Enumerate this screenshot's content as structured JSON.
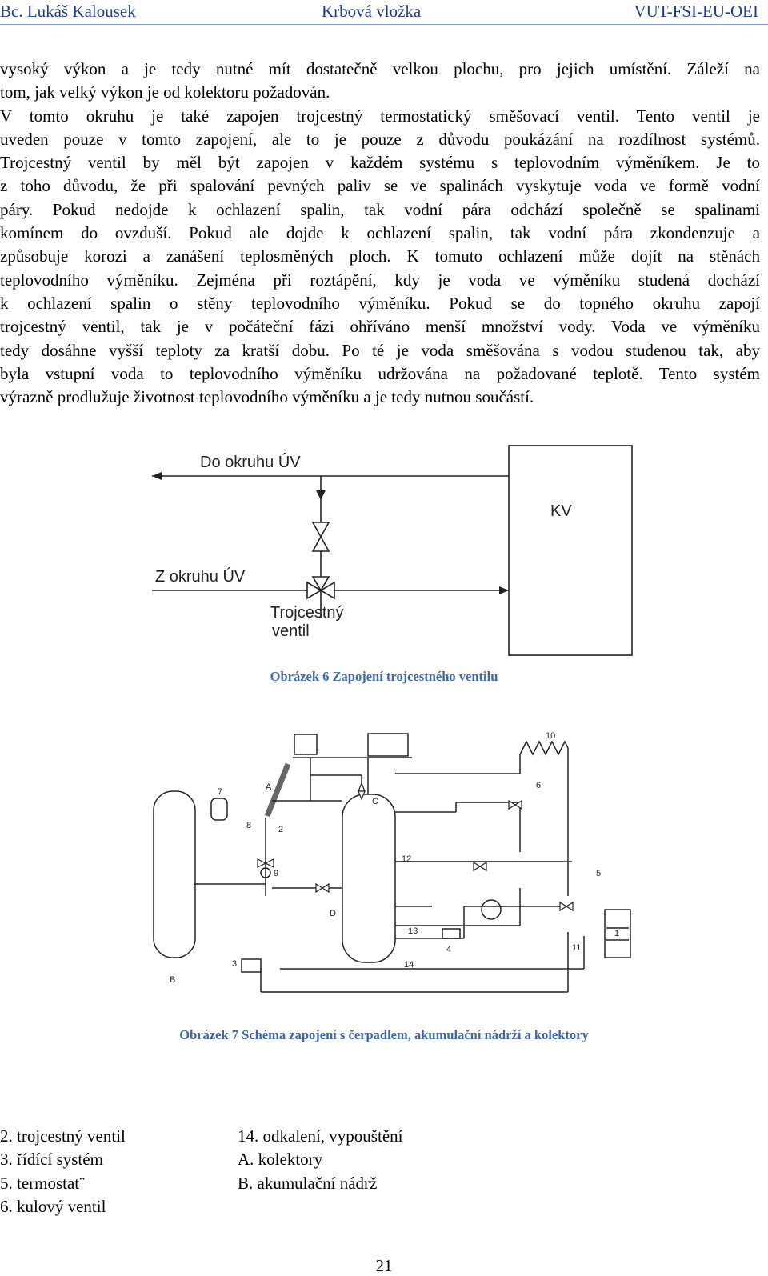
{
  "header": {
    "author": "Bc. Lukáš Kalousek",
    "title": "Krbová vložka",
    "school": "VUT-FSI-EU-OEI"
  },
  "body_lines": [
    "vysoký výkon a je tedy nutné mít dostatečně velkou plochu, pro jejich umístění. Záleží na",
    "tom, jak velký výkon je od kolektoru požadován.",
    "V tomto okruhu je také zapojen trojcestný termostatický směšovací ventil. Tento ventil je",
    "uveden pouze v tomto zapojení, ale to je pouze z důvodu poukázání na rozdílnost systémů.",
    "Trojcestný ventil by měl být zapojen v každém systému s teplovodním výměníkem. Je to",
    "z toho důvodu, že při spalování pevných paliv se ve spalinách vyskytuje voda ve formě vodní",
    "páry. Pokud nedojde k ochlazení spalin, tak vodní pára odchází společně se spalinami",
    "komínem do ovzduší. Pokud ale dojde k ochlazení spalin, tak vodní pára zkondenzuje a",
    "způsobuje korozi a zanášení teplosměných ploch. K tomuto ochlazení může dojít na stěnách",
    "teplovodního výměníku. Zejména při roztápění, kdy je voda ve výměníku studená dochází",
    "k ochlazení spalin o stěny teplovodního výměníku. Pokud se do topného okruhu zapojí",
    "trojcestný ventil, tak je v počáteční fázi ohříváno menší množství vody. Voda ve výměníku",
    "tedy dosáhne vyšší teploty za kratší dobu. Po té je voda směšována s vodou studenou tak, aby",
    "byla vstupní voda to teplovodního výměníku udržována na požadované teplotě. Tento systém",
    "výrazně prodlužuje životnost teplovodního výměníku a je tedy nutnou součástí."
  ],
  "figure6": {
    "label_do": "Do okruhu ÚV",
    "label_z": "Z okruhu ÚV",
    "label_valve_1": "Trojcestný",
    "label_valve_2": "ventil",
    "label_kv": "KV",
    "caption": "Obrázek 6 Zapojení trojcestného ventilu"
  },
  "figure7": {
    "labels": {
      "n1": "1",
      "n2": "2",
      "n3": "3",
      "n4": "4",
      "n5": "5",
      "n6": "6",
      "n7": "7",
      "n8": "8",
      "n9": "9",
      "n10": "10",
      "n11": "11",
      "n12": "12",
      "n13": "13",
      "n14": "14",
      "A": "A",
      "B": "B",
      "C": "C",
      "D": "D"
    },
    "caption": "Obrázek 7 Schéma zapojení s čerpadlem, akumulační nádrží a kolektory"
  },
  "legend": {
    "left": [
      "2. trojcestný ventil",
      "3. řídící systém",
      "5. termostat¨",
      "6. kulový ventil"
    ],
    "right": [
      "14. odkalení, vypouštění",
      "A. kolektory",
      "B. akumulační nádrž"
    ]
  },
  "page_number": "21"
}
